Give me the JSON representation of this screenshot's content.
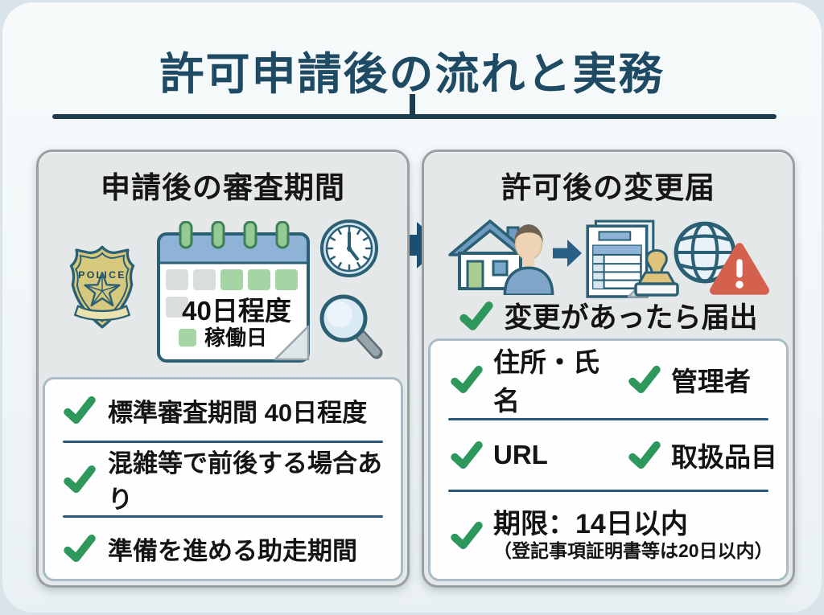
{
  "title": "許可申請後の流れと実務",
  "left_panel": {
    "header": "申請後の審査期間",
    "badge_label": "POLICE",
    "calendar": {
      "duration": "40日程度",
      "legend": "稼働日"
    },
    "items": [
      "標準審査期間 40日程度",
      "混雑等で前後する場合あり",
      "準備を進める助走期間"
    ]
  },
  "right_panel": {
    "header": "許可後の変更届",
    "lead_item": "変更があったら届出",
    "change_items": [
      "住所・氏名",
      "管理者",
      "URL",
      "取扱品目"
    ],
    "deadline": {
      "main": "期限：14日以内",
      "note": "（登記事項証明書等は20日以内）"
    }
  },
  "icons": {
    "left": [
      "police-badge-icon",
      "calendar-icon",
      "clock-icon",
      "magnifier-icon"
    ],
    "right": [
      "house-icon",
      "person-icon",
      "arrow-right-icon",
      "document-icon",
      "stamp-icon",
      "globe-icon",
      "warning-icon"
    ],
    "between_panels": "flow-arrow-icon",
    "list_bullet": "check-icon"
  },
  "colors": {
    "title": "#1e4a63",
    "underline": "#1d3c50",
    "panel_bg": "#e5e8e8",
    "panel_border": "#9aa0a2",
    "box_border": "#a8bcc8",
    "check_green": "#2f9e60",
    "divider": "#265a78",
    "flow_arrow": "#1d5075",
    "warning_red": "#d4604e",
    "badge_gold": "#d6c87c",
    "calendar_green": "#a5d4a5",
    "icon_outline": "#2a5f74",
    "card_bg": "#f2f6f8",
    "outer_bg": "#d8e4e9"
  }
}
